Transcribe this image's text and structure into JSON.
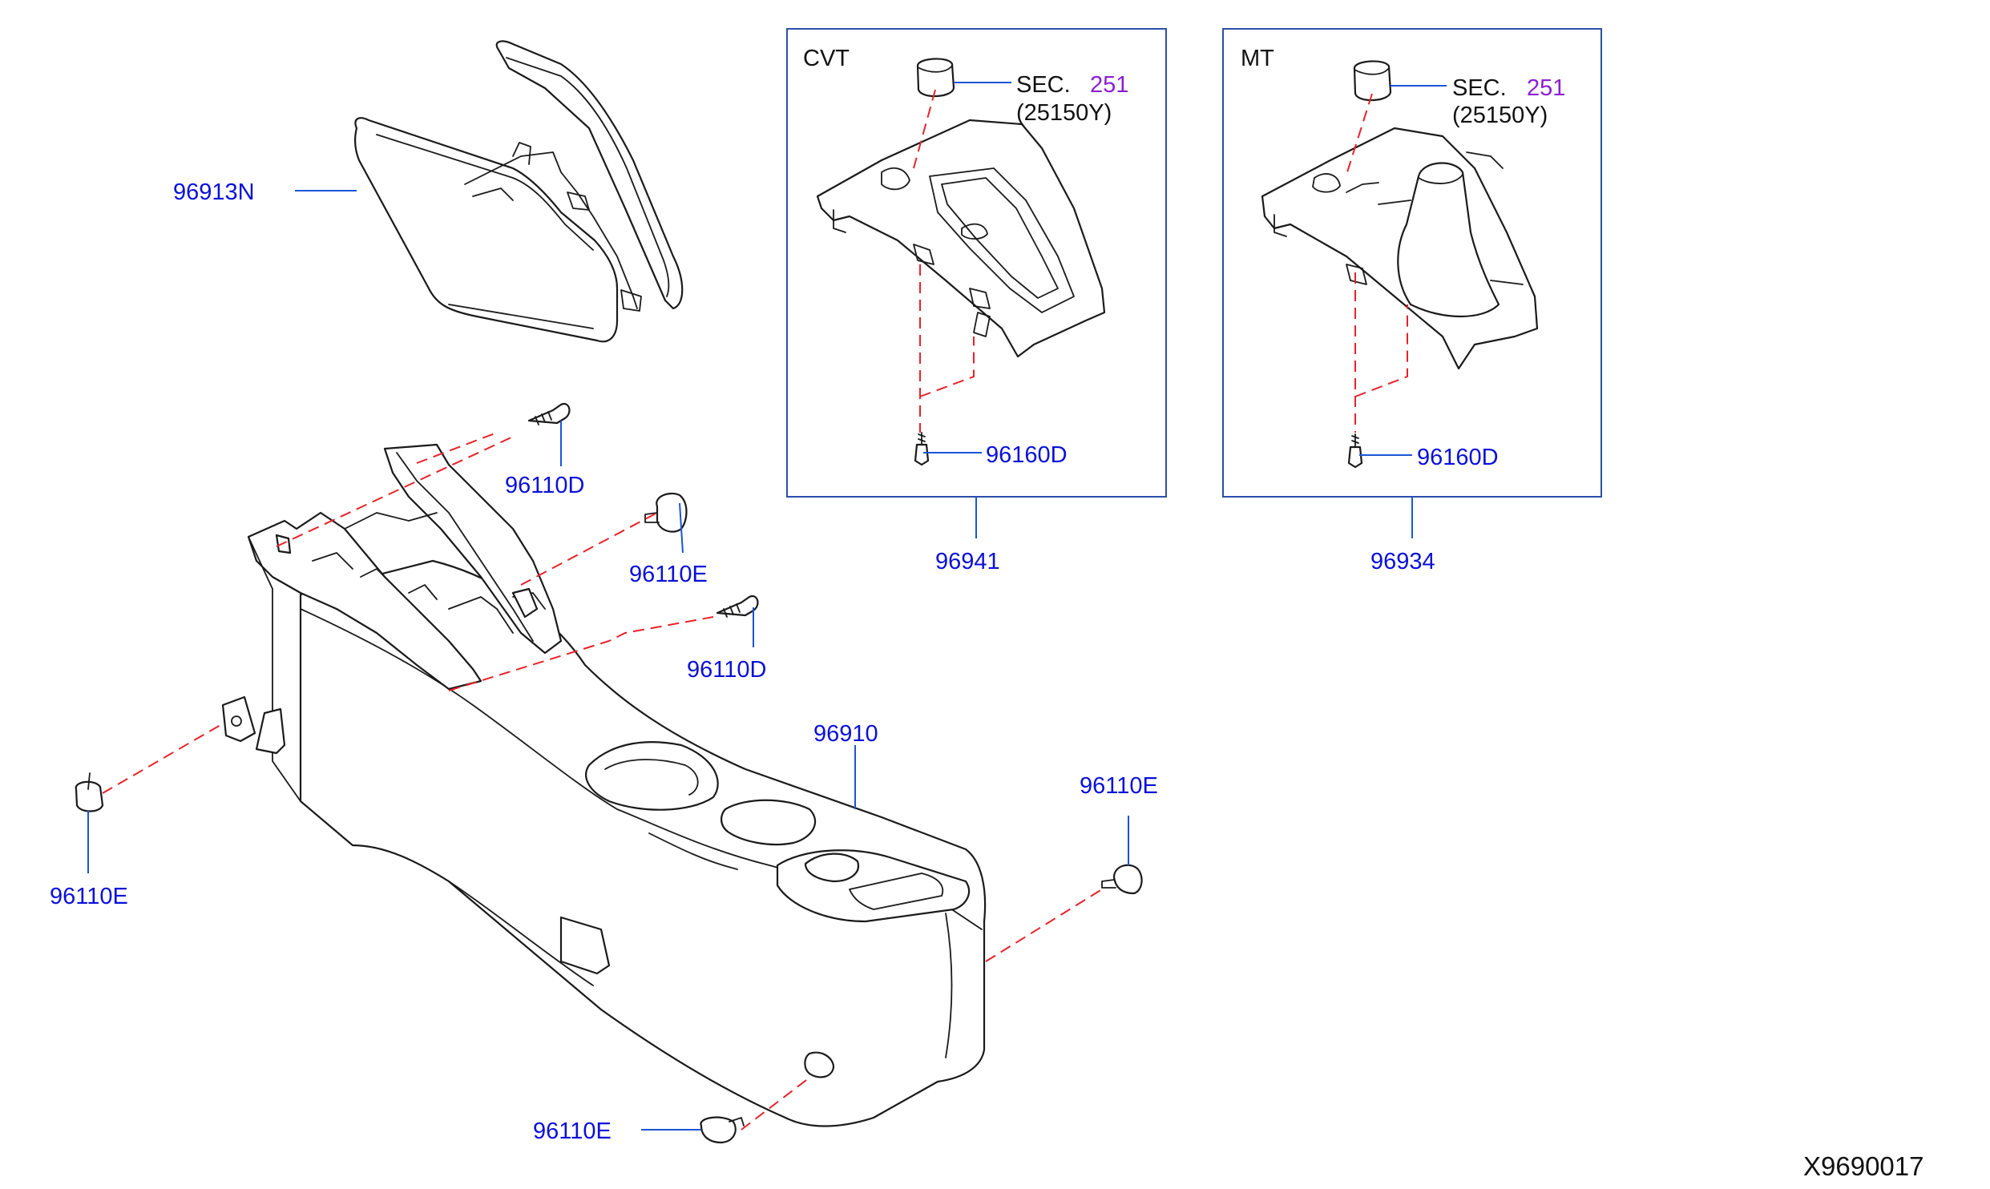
{
  "diagram_id": "X9690017",
  "colors": {
    "part_number": "#0a10d8",
    "reference": "#8b1fd1",
    "text": "#111111",
    "dashed_line": "#e8222a",
    "leader_line": "#1a56d6",
    "box_border": "#2b4fa8"
  },
  "boxes": {
    "cvt": {
      "title": "CVT",
      "sec_label": "SEC.",
      "sec_number": "251",
      "sec_sub": "(25150Y)",
      "bolt_part": "96160D",
      "assembly_part": "96941"
    },
    "mt": {
      "title": "MT",
      "sec_label": "SEC.",
      "sec_number": "251",
      "sec_sub": "(25150Y)",
      "bolt_part": "96160D",
      "assembly_part": "96934"
    }
  },
  "parts": {
    "lid": "96913N",
    "console": "96910",
    "screw_top": "96110D",
    "clip_top": "96110E",
    "screw_mid": "96110D",
    "clip_left": "96110E",
    "clip_right": "96110E",
    "clip_bottom": "96110E"
  }
}
